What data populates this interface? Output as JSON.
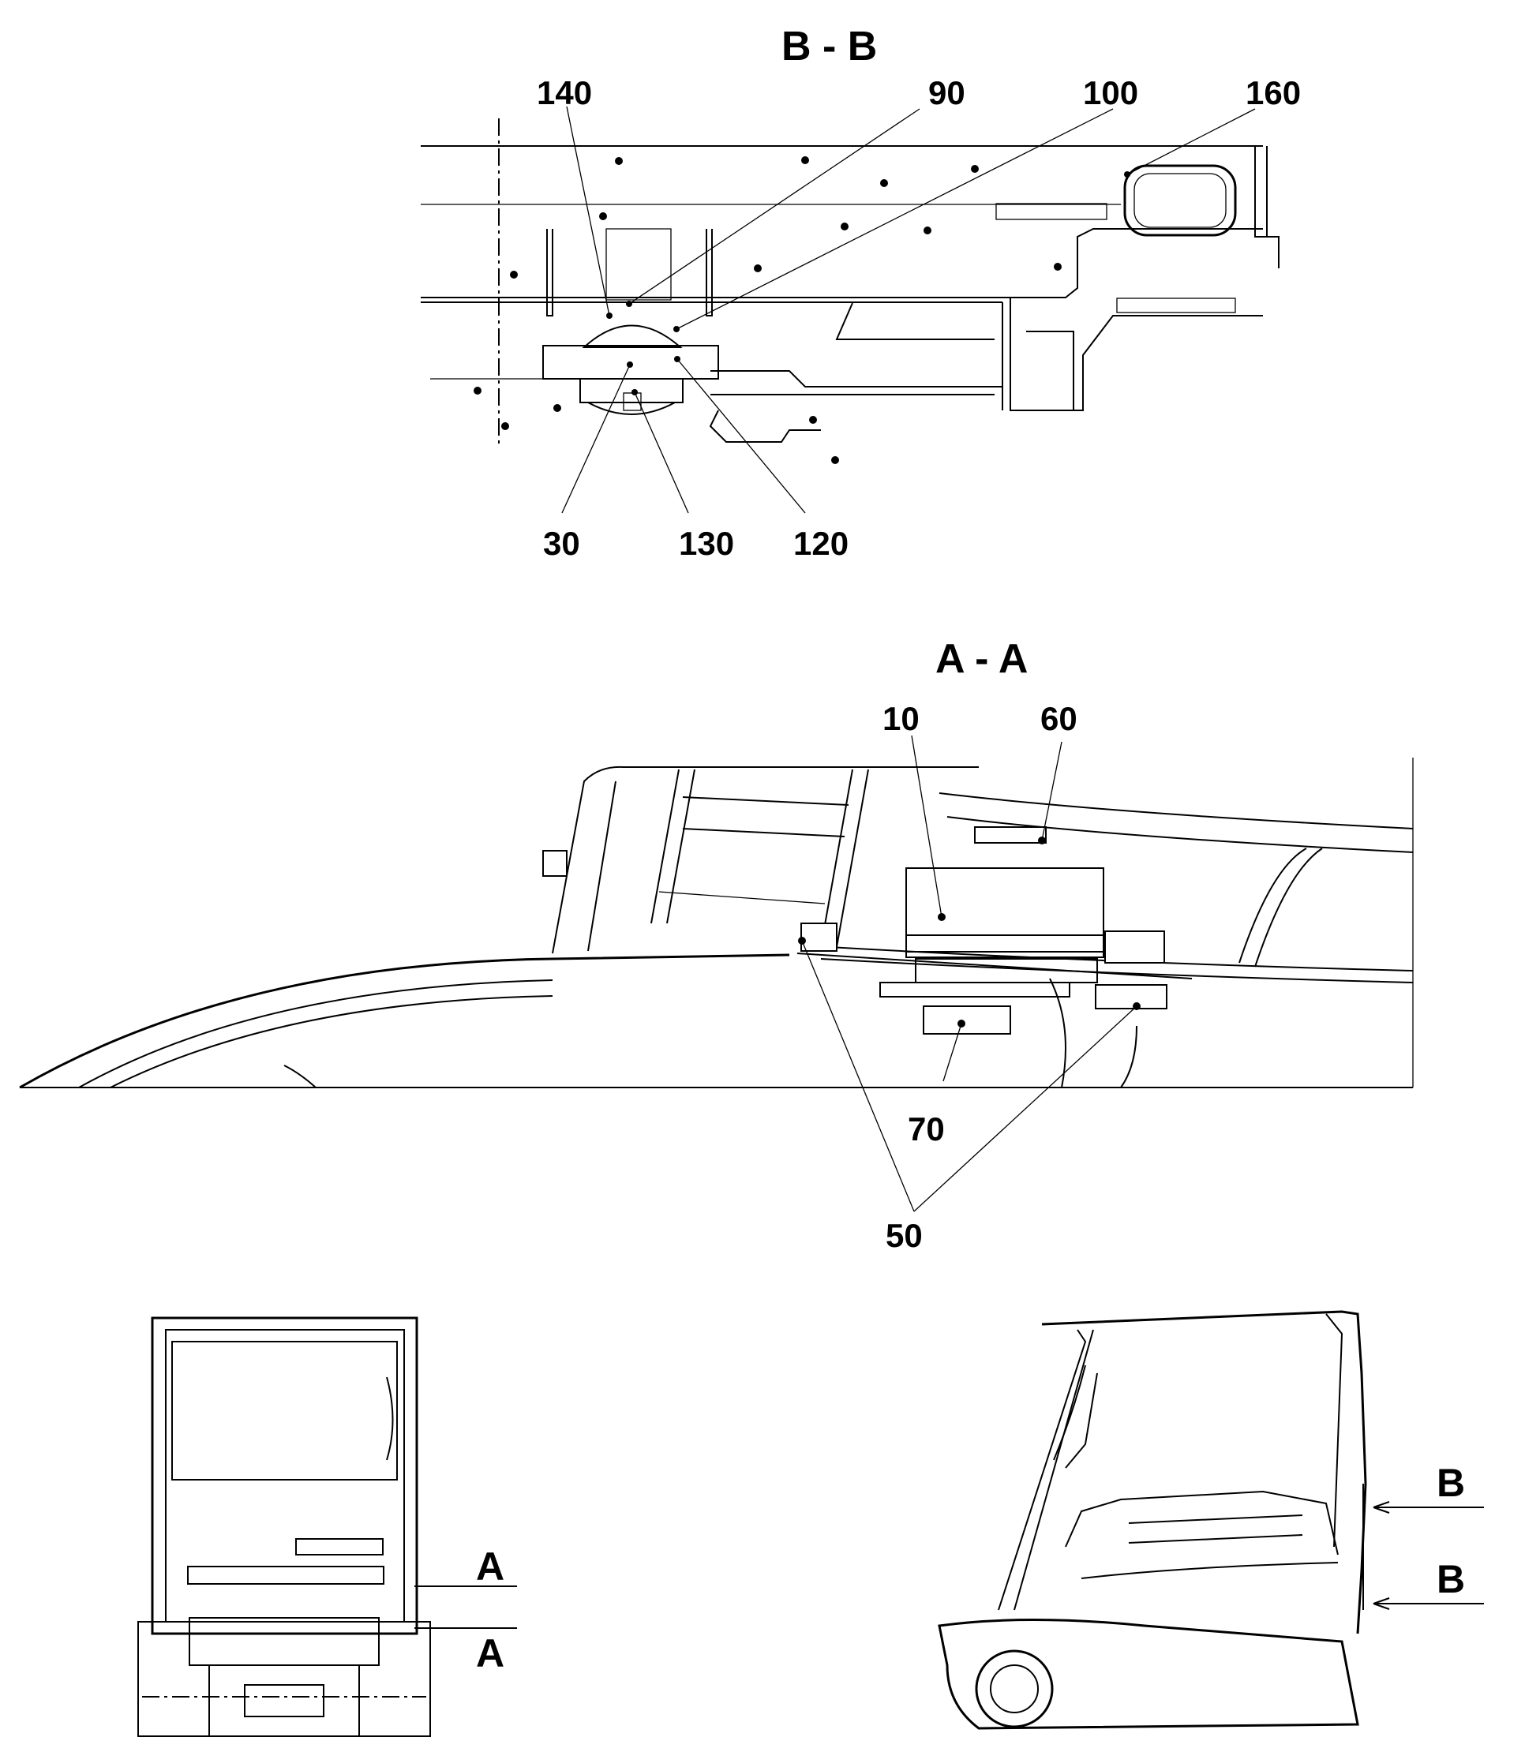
{
  "views": {
    "section_bb": {
      "title": "B - B",
      "callouts": [
        "140",
        "90",
        "100",
        "160",
        "30",
        "130",
        "120"
      ]
    },
    "section_aa": {
      "title": "A - A",
      "callouts": [
        "10",
        "60",
        "70",
        "50"
      ]
    },
    "front_view": {
      "cut_marks": [
        "A",
        "A"
      ]
    },
    "side_view": {
      "cut_marks": [
        "B",
        "B"
      ]
    }
  }
}
